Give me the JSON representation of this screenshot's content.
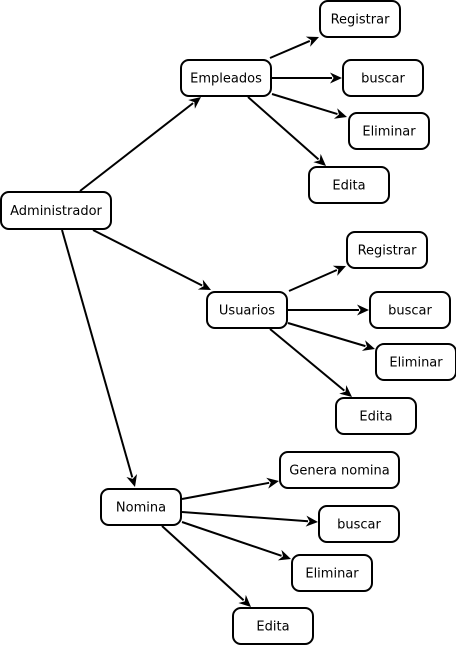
{
  "diagram": {
    "type": "tree",
    "nodes": [
      {
        "id": "admin",
        "label": "Administrador"
      },
      {
        "id": "emp",
        "label": "Empleados"
      },
      {
        "id": "emp_reg",
        "label": "Registrar"
      },
      {
        "id": "emp_bus",
        "label": "buscar"
      },
      {
        "id": "emp_eli",
        "label": "Eliminar"
      },
      {
        "id": "emp_edi",
        "label": "Edita"
      },
      {
        "id": "usu",
        "label": "Usuarios"
      },
      {
        "id": "usu_reg",
        "label": "Registrar"
      },
      {
        "id": "usu_bus",
        "label": "buscar"
      },
      {
        "id": "usu_eli",
        "label": "Eliminar"
      },
      {
        "id": "usu_edi",
        "label": "Edita"
      },
      {
        "id": "nom",
        "label": "Nomina"
      },
      {
        "id": "nom_gen",
        "label": "Genera nomina"
      },
      {
        "id": "nom_bus",
        "label": "buscar"
      },
      {
        "id": "nom_eli",
        "label": "Eliminar"
      },
      {
        "id": "nom_edi",
        "label": "Edita"
      }
    ],
    "edges": [
      {
        "from": "admin",
        "to": "emp"
      },
      {
        "from": "admin",
        "to": "usu"
      },
      {
        "from": "admin",
        "to": "nom"
      },
      {
        "from": "emp",
        "to": "emp_reg"
      },
      {
        "from": "emp",
        "to": "emp_bus"
      },
      {
        "from": "emp",
        "to": "emp_eli"
      },
      {
        "from": "emp",
        "to": "emp_edi"
      },
      {
        "from": "usu",
        "to": "usu_reg"
      },
      {
        "from": "usu",
        "to": "usu_bus"
      },
      {
        "from": "usu",
        "to": "usu_eli"
      },
      {
        "from": "usu",
        "to": "usu_edi"
      },
      {
        "from": "nom",
        "to": "nom_gen"
      },
      {
        "from": "nom",
        "to": "nom_bus"
      },
      {
        "from": "nom",
        "to": "nom_eli"
      },
      {
        "from": "nom",
        "to": "nom_edi"
      }
    ]
  }
}
